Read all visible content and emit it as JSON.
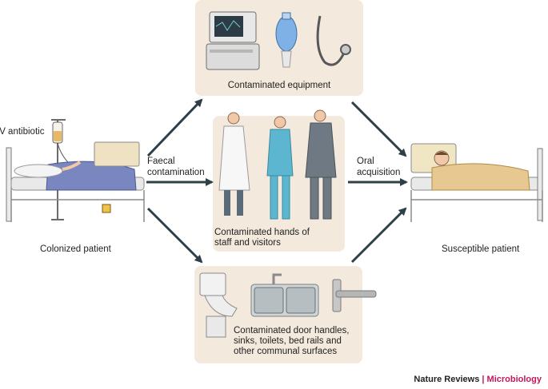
{
  "patients": {
    "colonized": "Colonized patient",
    "susceptible": "Susceptible patient",
    "iv_label": "IV antibiotic"
  },
  "routes": {
    "faecal": [
      "Faecal",
      "contamination"
    ],
    "oral": [
      "Oral",
      "acquisition"
    ]
  },
  "panels": {
    "equipment": "Contaminated equipment",
    "hands": [
      "Contaminated hands of",
      "staff and visitors"
    ],
    "surfaces": [
      "Contaminated door handles,",
      "sinks, toilets, bed rails and",
      "other communal surfaces"
    ]
  },
  "credit": {
    "journal": "Nature Reviews",
    "separator": "|",
    "section": "Microbiology"
  },
  "colors": {
    "panel": "#f3e9dc",
    "arrow": "#2e3f48",
    "accent": "#c0185c",
    "blanket_colonized": "#7a86c0",
    "blanket_susceptible": "#e6c890"
  },
  "icons": [
    "hospital-bed-icon",
    "iv-drip-icon",
    "monitor-icon",
    "bag-valve-mask-icon",
    "stethoscope-icon",
    "doctor-icon",
    "nurse-icon",
    "visitor-icon",
    "toilet-icon",
    "sink-icon",
    "door-handle-icon"
  ]
}
